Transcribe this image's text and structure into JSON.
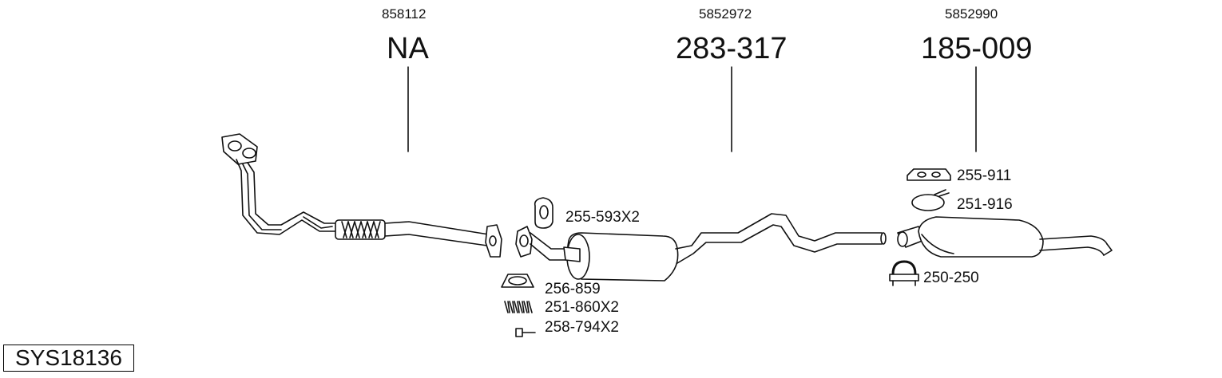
{
  "system_code": "SYS18136",
  "sections": [
    {
      "oem": "858112",
      "part": "NA"
    },
    {
      "oem": "5852972",
      "part": "283-317"
    },
    {
      "oem": "5852990",
      "part": "185-009"
    }
  ],
  "accessories": {
    "a255_593": "255-593X2",
    "a256_859": "256-859",
    "a251_860": "251-860X2",
    "a258_794": "258-794X2",
    "a255_911": "255-911",
    "a251_916": "251-916",
    "a250_250": "250-250"
  }
}
